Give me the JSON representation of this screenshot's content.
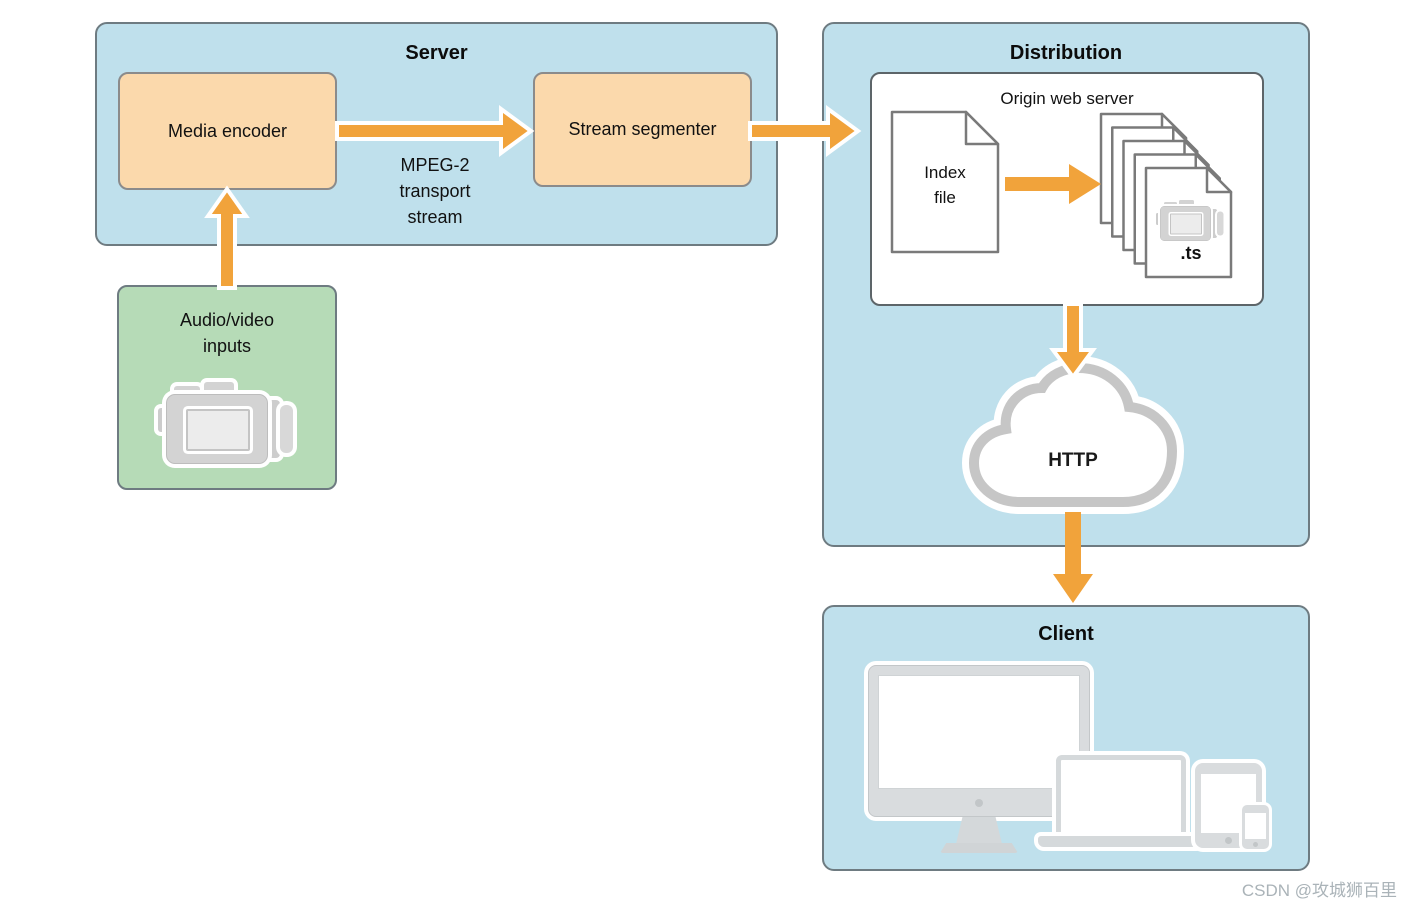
{
  "colors": {
    "panel_blue": "#bfe0ec",
    "box_orange_fill": "#fbd9ac",
    "box_green_fill": "#b6dbb7",
    "arrow_orange": "#f1a33b"
  },
  "server": {
    "title": "Server",
    "encoder_label": "Media encoder",
    "segmenter_label": "Stream segmenter",
    "stream_label": "MPEG-2\ntransport\nstream"
  },
  "inputs": {
    "label": "Audio/video\ninputs",
    "icon": "camcorder-icon"
  },
  "distribution": {
    "title": "Distribution",
    "origin_title": "Origin web server",
    "index_label": "Index\nfile",
    "ts_label": ".ts",
    "cloud_label": "HTTP"
  },
  "client": {
    "title": "Client",
    "device_icons": [
      "imac-icon",
      "macbook-icon",
      "ipad-icon",
      "iphone-icon"
    ]
  },
  "watermark": "CSDN @攻城狮百里"
}
